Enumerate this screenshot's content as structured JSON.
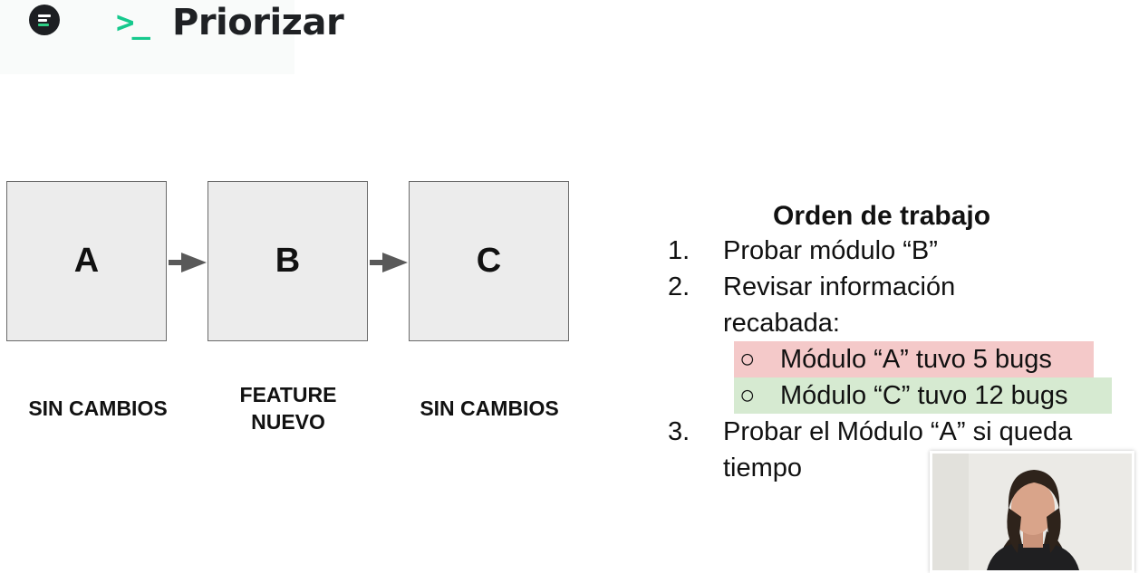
{
  "header": {
    "prompt": ">_",
    "title": "Priorizar",
    "logo": "menu-lines-icon"
  },
  "diagram": {
    "boxes": [
      {
        "letter": "A",
        "caption": [
          "SIN CAMBIOS"
        ]
      },
      {
        "letter": "B",
        "caption": [
          "FEATURE",
          "NUEVO"
        ]
      },
      {
        "letter": "C",
        "caption": [
          "SIN CAMBIOS"
        ]
      }
    ]
  },
  "order": {
    "title": "Orden de trabajo",
    "items": [
      {
        "num": "1.",
        "lines": [
          "Probar módulo “B”"
        ]
      },
      {
        "num": "2.",
        "lines": [
          "Revisar información",
          "recabada:"
        ]
      },
      {
        "num": "3.",
        "lines": [
          "Probar el Módulo “A” si queda",
          "tiempo"
        ]
      }
    ],
    "sub_items": [
      {
        "marker": "○",
        "text": "Módulo “A” tuvo 5 bugs",
        "color": "#f4c9c9"
      },
      {
        "marker": "○",
        "text": "Módulo “C” tuvo 12 bugs",
        "color": "#d6ead1"
      }
    ]
  },
  "colors": {
    "accent": "#16c98d",
    "box_fill": "#ececec",
    "arrow": "#595959"
  }
}
